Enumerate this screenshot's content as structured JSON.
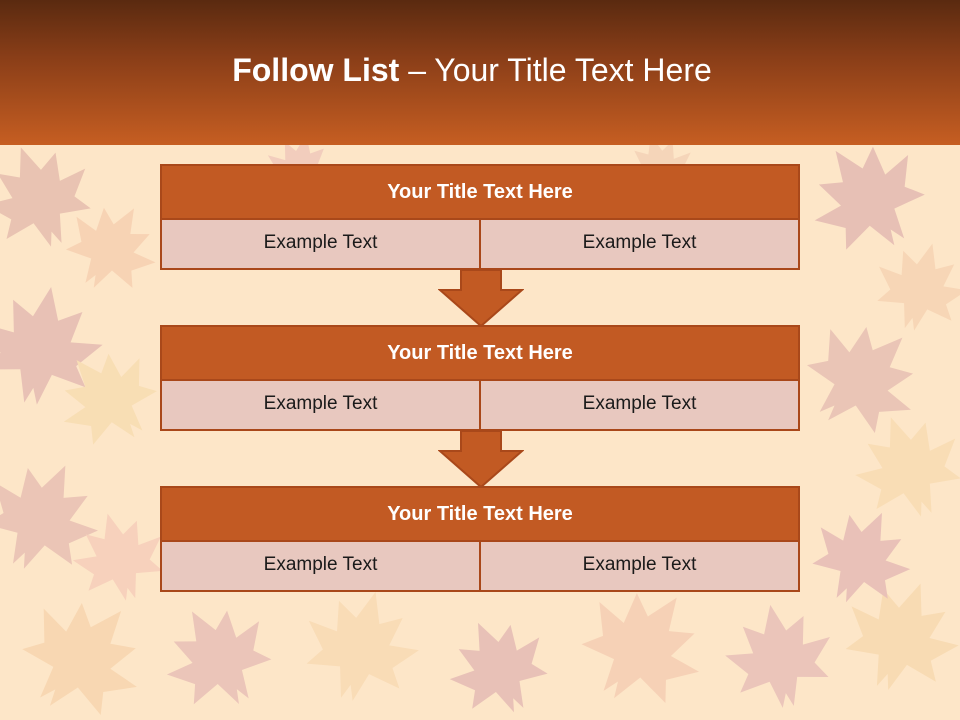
{
  "slide": {
    "title_bold": "Follow List",
    "title_rest": " – Your Title Text Here"
  },
  "blocks": [
    {
      "title": "Your Title Text Here",
      "cells": [
        "Example Text",
        "Example Text"
      ]
    },
    {
      "title": "Your Title Text Here",
      "cells": [
        "Example Text",
        "Example Text"
      ]
    },
    {
      "title": "Your Title Text Here",
      "cells": [
        "Example Text",
        "Example Text"
      ]
    }
  ],
  "colors": {
    "header_dark": "#5a2a10",
    "header_light": "#c65e22",
    "block_title": "#c25a23",
    "cell_fill": "#e8c8bf",
    "border": "#a9481a"
  },
  "icons": [
    "down-arrow-icon",
    "maple-leaf-icon"
  ]
}
